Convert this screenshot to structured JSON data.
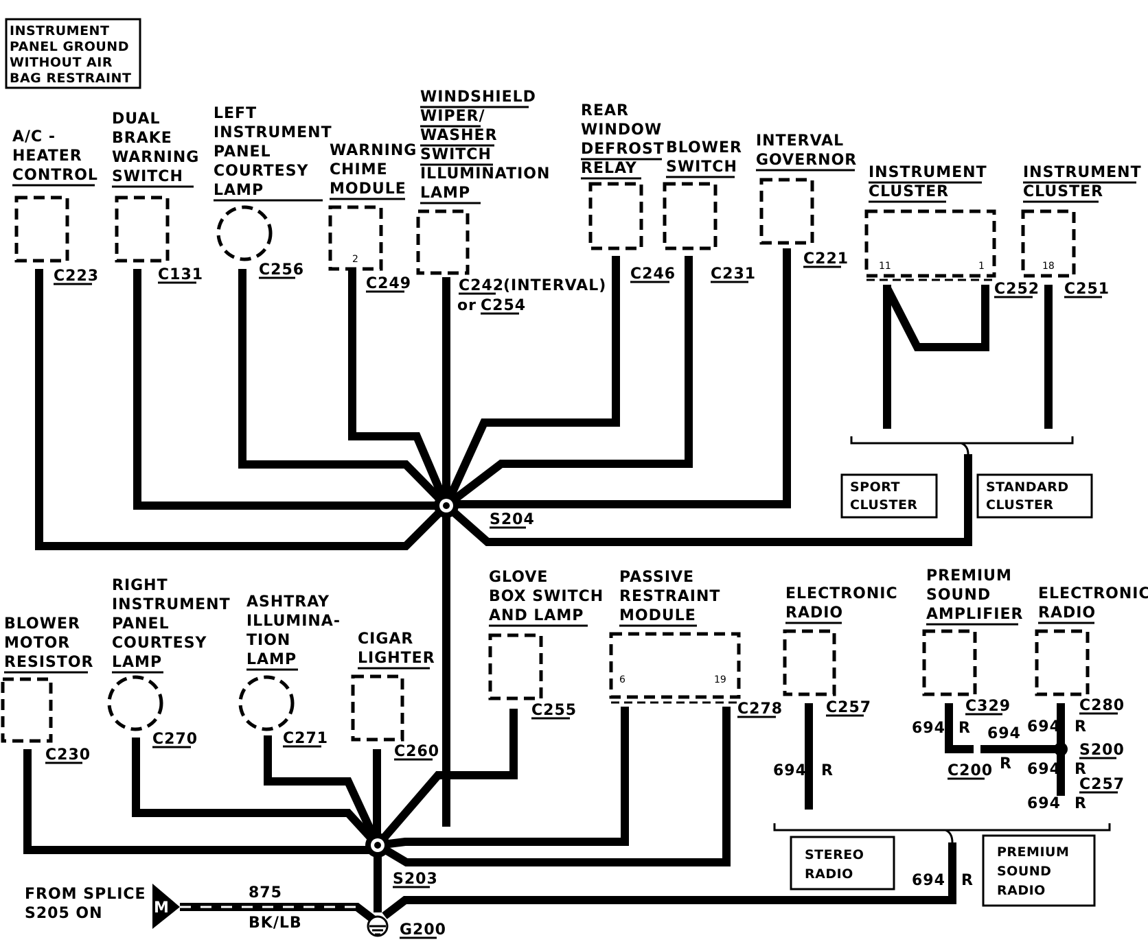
{
  "title_box": [
    "INSTRUMENT",
    "PANEL GROUND",
    "WITHOUT AIR",
    "BAG RESTRAINT"
  ],
  "components": {
    "ac_heater_control": {
      "lines": [
        "A/C -",
        "HEATER",
        "CONTROL"
      ],
      "connector": "C223"
    },
    "dual_brake_warning_switch": {
      "lines": [
        "DUAL",
        "BRAKE",
        "WARNING",
        "SWITCH"
      ],
      "connector": "C131"
    },
    "left_ip_courtesy_lamp": {
      "lines": [
        "LEFT",
        "INSTRUMENT",
        "PANEL",
        "COURTESY",
        "LAMP"
      ],
      "connector": "C256"
    },
    "warning_chime_module": {
      "lines": [
        "WARNING",
        "CHIME",
        "MODULE"
      ],
      "connector": "C249",
      "pin": "2"
    },
    "windshield_wiper_illum_lamp": {
      "lines": [
        "WINDSHIELD",
        "WIPER/",
        "WASHER",
        "SWITCH",
        "ILLUMINATION",
        "LAMP"
      ],
      "connector": "C242",
      "connector_note": "(INTERVAL)",
      "or_text": "or",
      "alt_connector": "C254"
    },
    "rear_window_defrost_relay": {
      "lines": [
        "REAR",
        "WINDOW",
        "DEFROST",
        "RELAY"
      ],
      "connector": "C246"
    },
    "blower_switch": {
      "lines": [
        "BLOWER",
        "SWITCH"
      ],
      "connector": "C231"
    },
    "interval_governor": {
      "lines": [
        "INTERVAL",
        "GOVERNOR"
      ],
      "connector": "C221"
    },
    "instrument_cluster_sport": {
      "lines": [
        "INSTRUMENT",
        "CLUSTER"
      ],
      "connector": "C252",
      "pin_left": "11",
      "pin_right": "1"
    },
    "instrument_cluster_standard": {
      "lines": [
        "INSTRUMENT",
        "CLUSTER"
      ],
      "connector": "C251",
      "pin": "18"
    },
    "blower_motor_resistor": {
      "lines": [
        "BLOWER",
        "MOTOR",
        "RESISTOR"
      ],
      "connector": "C230"
    },
    "right_ip_courtesy_lamp": {
      "lines": [
        "RIGHT",
        "INSTRUMENT",
        "PANEL",
        "COURTESY",
        "LAMP"
      ],
      "connector": "C270"
    },
    "ashtray_illumination_lamp": {
      "lines": [
        "ASHTRAY",
        "ILLUMINA-",
        "TION",
        "LAMP"
      ],
      "connector": "C271"
    },
    "cigar_lighter": {
      "lines": [
        "CIGAR",
        "LIGHTER"
      ],
      "connector": "C260"
    },
    "glove_box_switch_lamp": {
      "lines": [
        "GLOVE",
        "BOX SWITCH",
        "AND LAMP"
      ],
      "connector": "C255"
    },
    "passive_restraint_module": {
      "lines": [
        "PASSIVE",
        "RESTRAINT",
        "MODULE"
      ],
      "connector": "C278",
      "pin_left": "6",
      "pin_right": "19"
    },
    "electronic_radio_stereo": {
      "lines": [
        "ELECTRONIC",
        "RADIO"
      ],
      "connector": "C257",
      "circuit": "694",
      "color": "R"
    },
    "premium_sound_amplifier": {
      "lines": [
        "PREMIUM",
        "SOUND",
        "AMPLIFIER"
      ],
      "connector": "C329",
      "circuit": "694",
      "color": "R"
    },
    "electronic_radio_premium": {
      "lines": [
        "ELECTRONIC",
        "RADIO"
      ],
      "connector": "C280",
      "circuit": "694",
      "color": "R"
    }
  },
  "splices": {
    "s204": "S204",
    "s203": "S203",
    "s200": "S200"
  },
  "ground": "G200",
  "connectors_misc": {
    "c200": "C200",
    "c257_lower": "C257"
  },
  "wire_labels": {
    "circuit_694": "694",
    "color_r": "R"
  },
  "variant_boxes": {
    "sport_cluster": [
      "SPORT",
      "CLUSTER"
    ],
    "standard_cluster": [
      "STANDARD",
      "CLUSTER"
    ],
    "stereo_radio": [
      "STEREO",
      "RADIO"
    ],
    "premium_sound_radio": [
      "PREMIUM",
      "SOUND",
      "RADIO"
    ]
  },
  "feed": {
    "text_lines": [
      "FROM SPLICE",
      "S205 ON"
    ],
    "connector_letter": "M",
    "circuit": "875",
    "color": "BK/LB"
  }
}
